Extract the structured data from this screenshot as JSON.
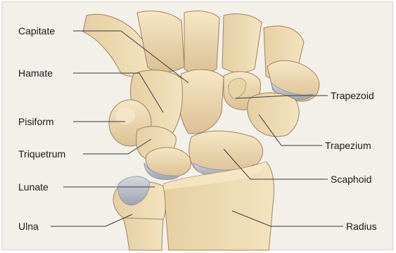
{
  "labels": {
    "capitate": "Capitate",
    "hamate": "Hamate",
    "pisiform": "Pisiform",
    "triquetrum": "Triquetrum",
    "lunate": "Lunate",
    "ulna": "Ulna",
    "trapezoid": "Trapezoid",
    "trapezium": "Trapezium",
    "scaphoid": "Scaphoid",
    "radius": "Radius"
  },
  "colors": {
    "background": "#f3efe9",
    "bone_fill": "#efdcb4",
    "bone_shade": "#d7b98a",
    "bone_outline": "#9d8462",
    "cartilage": "#b9bcc4",
    "leader_line": "#3a3a3a"
  }
}
